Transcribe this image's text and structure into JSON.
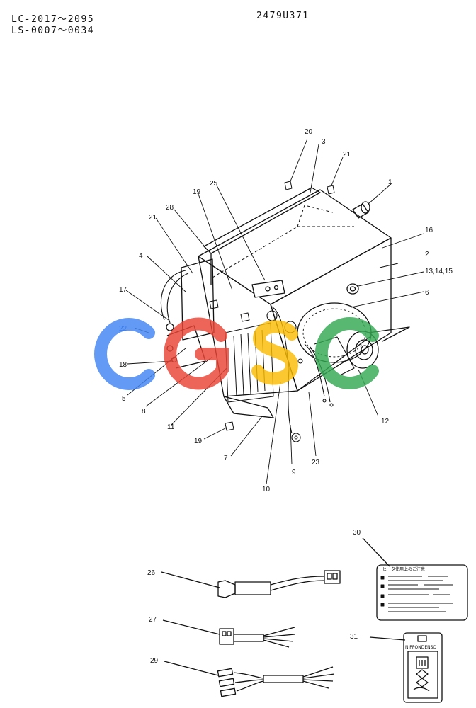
{
  "header": {
    "serial_range_1": "LC-2017～2095",
    "serial_range_2": "LS-0007～0034",
    "document_number": "2479U371"
  },
  "callouts": [
    {
      "id": "c1",
      "label": "1"
    },
    {
      "id": "c2",
      "label": "2"
    },
    {
      "id": "c3",
      "label": "3"
    },
    {
      "id": "c4",
      "label": "4"
    },
    {
      "id": "c5",
      "label": "5"
    },
    {
      "id": "c6",
      "label": "6"
    },
    {
      "id": "c7",
      "label": "7"
    },
    {
      "id": "c8",
      "label": "8"
    },
    {
      "id": "c9",
      "label": "9"
    },
    {
      "id": "c10",
      "label": "10"
    },
    {
      "id": "c11",
      "label": "11"
    },
    {
      "id": "c12",
      "label": "12"
    },
    {
      "id": "c13",
      "label": "13,14,15"
    },
    {
      "id": "c16",
      "label": "16"
    },
    {
      "id": "c17",
      "label": "17"
    },
    {
      "id": "c18",
      "label": "18"
    },
    {
      "id": "c19a",
      "label": "19"
    },
    {
      "id": "c19b",
      "label": "19"
    },
    {
      "id": "c20",
      "label": "20"
    },
    {
      "id": "c21a",
      "label": "21"
    },
    {
      "id": "c21b",
      "label": "21"
    },
    {
      "id": "c22",
      "label": "22"
    },
    {
      "id": "c23",
      "label": "23"
    },
    {
      "id": "c25",
      "label": "25"
    },
    {
      "id": "c26",
      "label": "26"
    },
    {
      "id": "c27",
      "label": "27"
    },
    {
      "id": "c28",
      "label": "28"
    },
    {
      "id": "c29",
      "label": "29"
    },
    {
      "id": "c30",
      "label": "30"
    },
    {
      "id": "c31",
      "label": "31"
    }
  ],
  "labels": {
    "caution_plate_title": "ヒータ使用上のご注意",
    "switch_plate_brand": "NIPPONDENSO"
  },
  "watermark": {
    "text": "CGSC",
    "colors": {
      "c1": "#4285f4",
      "g": "#ea4335",
      "s": "#fbbc05",
      "c2": "#34a853"
    }
  }
}
